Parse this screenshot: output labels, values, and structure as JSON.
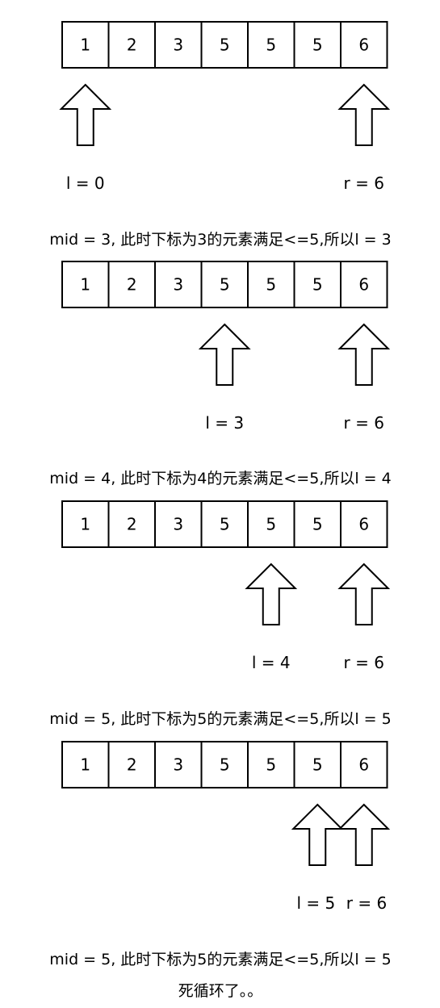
{
  "colors": {
    "stroke": "#000000",
    "fill": "#ffffff",
    "text": "#000000"
  },
  "array_values": [
    "1",
    "2",
    "3",
    "5",
    "5",
    "5",
    "6"
  ],
  "steps": [
    {
      "caption": "",
      "pointers": [
        {
          "index": 0,
          "label": "l = 0"
        },
        {
          "index": 6,
          "label": "r = 6"
        }
      ]
    },
    {
      "caption": "mid = 3, 此时下标为3的元素满足<=5,所以l = 3",
      "pointers": [
        {
          "index": 3,
          "label": "l = 3"
        },
        {
          "index": 6,
          "label": "r = 6"
        }
      ]
    },
    {
      "caption": "mid = 4, 此时下标为4的元素满足<=5,所以l = 4",
      "pointers": [
        {
          "index": 4,
          "label": "l = 4"
        },
        {
          "index": 6,
          "label": "r = 6"
        }
      ]
    },
    {
      "caption": "mid = 5, 此时下标为5的元素满足<=5,所以l = 5",
      "pointers": [
        {
          "index": 5,
          "label": "l = 5"
        },
        {
          "index": 6,
          "label": "r = 6"
        }
      ]
    }
  ],
  "footer": {
    "caption": "mid = 5, 此时下标为5的元素满足<=5,所以l = 5",
    "conclusion": "死循环了。。"
  }
}
